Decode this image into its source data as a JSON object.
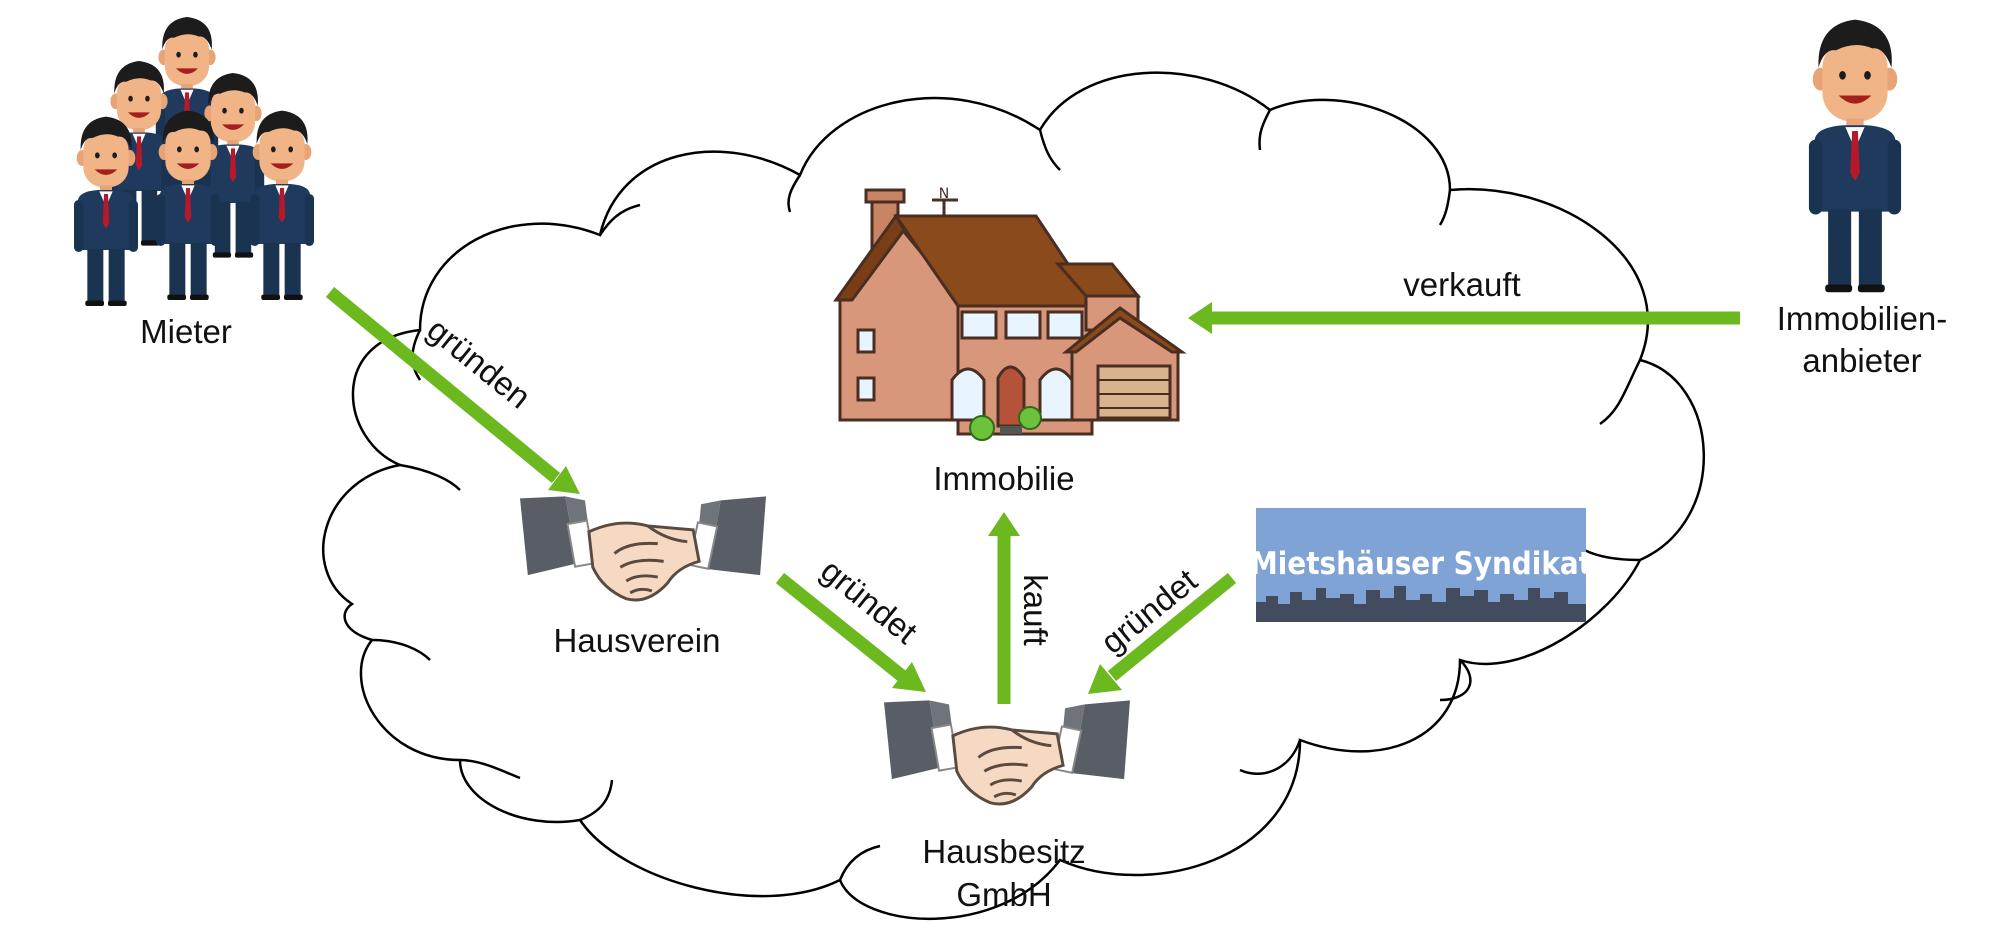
{
  "nodes": {
    "mieter": "Mieter",
    "immobilienanbieter_line1": "Immobilien-",
    "immobilienanbieter_line2": "anbieter",
    "immobilie": "Immobilie",
    "hausverein": "Hausverein",
    "hausbesitz_line1": "Hausbesitz",
    "hausbesitz_line2": "GmbH",
    "syndikat_logo": "Mietshäuser Syndikat"
  },
  "edges": {
    "mieter_to_hausverein": "gründen",
    "hausverein_to_gmbh": "gründet",
    "gmbh_to_immobilie": "kauft",
    "syndikat_to_gmbh": "gründet",
    "anbieter_to_immobilie": "verkauft"
  },
  "colors": {
    "arrow": "#6cb81f",
    "arrow_dark": "#4e8a12",
    "suit": "#1f3a5c",
    "logo_bg": "#7fa3d4",
    "skyline": "#434c5e"
  },
  "icons": [
    "people-group-icon",
    "person-icon",
    "house-icon",
    "handshake-icon",
    "cloud-outline"
  ]
}
